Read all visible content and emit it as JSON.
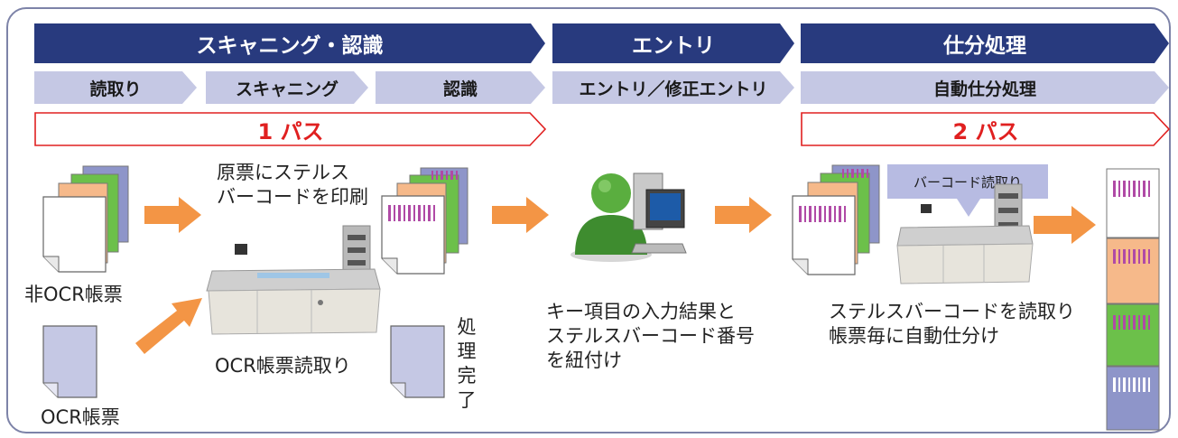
{
  "phases": [
    {
      "label": "スキャニング・認識"
    },
    {
      "label": "エントリ"
    },
    {
      "label": "仕分処理"
    }
  ],
  "steps": [
    {
      "label": "読取り"
    },
    {
      "label": "スキャニング"
    },
    {
      "label": "認識"
    },
    {
      "label": "エントリ／修正エントリ"
    },
    {
      "label": "自動仕分処理"
    }
  ],
  "passes": [
    {
      "label": "1 パス"
    },
    {
      "label": "2 パス"
    }
  ],
  "labels": {
    "non_ocr_form": "非OCR帳票",
    "ocr_form": "OCR帳票",
    "print_barcode_line1": "原票にステルス",
    "print_barcode_line2": "バーコードを印刷",
    "ocr_read": "OCR帳票読取り",
    "done_vertical": [
      "処",
      "理",
      "完",
      "了"
    ],
    "entry_desc_line1": "キー項目の入力結果と",
    "entry_desc_line2": "ステルスバーコード番号",
    "entry_desc_line3": "を紐付け",
    "barcode_read_callout": "バーコード読取り",
    "sort_desc_line1": "ステルスバーコードを読取り",
    "sort_desc_line2": "帳票毎に自動仕分け"
  },
  "colors": {
    "navy": "#283a7e",
    "lavender": "#c5c8e4",
    "pass_red": "#e02020",
    "arrow_orange": "#f39545",
    "paper_purple": "#8e95c9",
    "paper_green": "#6cc04a",
    "paper_peach": "#f6b98a",
    "barcode_magenta": "#b04aa6"
  }
}
